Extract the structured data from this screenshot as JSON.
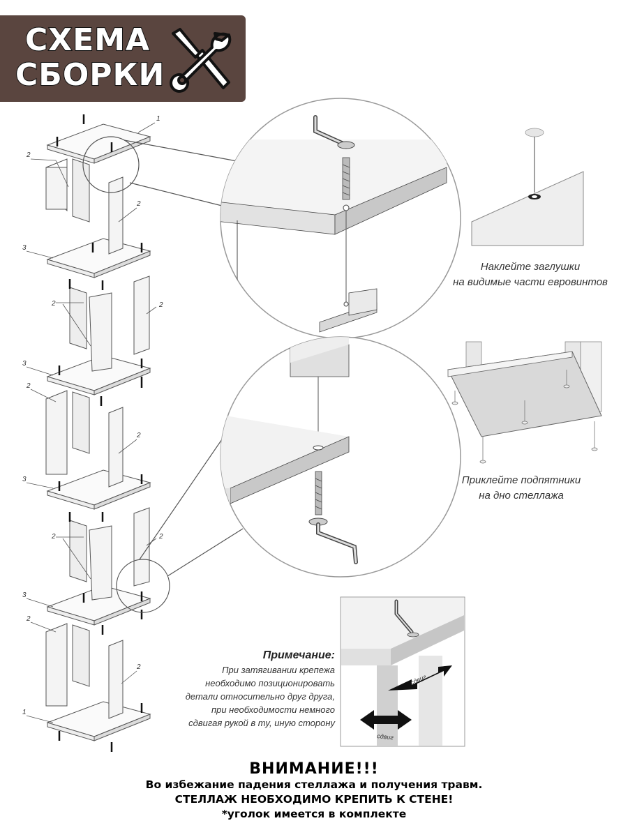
{
  "banner": {
    "line1": "СХЕМА",
    "line2": "СБОРКИ",
    "icon": "wrench-screwdriver-icon"
  },
  "part_labels": {
    "top_bottom_shelf": "1",
    "side_panel": "2",
    "middle_shelf": "3"
  },
  "captions": {
    "plugs": [
      "Наклейте заглушки",
      "на видимые части евровинтов"
    ],
    "feet": [
      "Приклейте подпятники",
      "на дно стеллажа"
    ]
  },
  "note": {
    "title": "Примечание:",
    "lines": [
      "При затягивании крепежа",
      "необходимо позиционировать",
      "детали относительно друг друга,",
      "при необходимости немного",
      "сдвигая рукой в ту, иную сторону"
    ],
    "arrow_label": "сдвиг"
  },
  "warning": {
    "title": "ВНИМАНИЕ!!!",
    "line1": "Во избежание падения стеллажа и получения травм.",
    "line2": "СТЕЛЛАЖ НЕОБХОДИМО КРЕПИТЬ К СТЕНЕ!",
    "line3": "*уголок имеется в комплекте"
  }
}
